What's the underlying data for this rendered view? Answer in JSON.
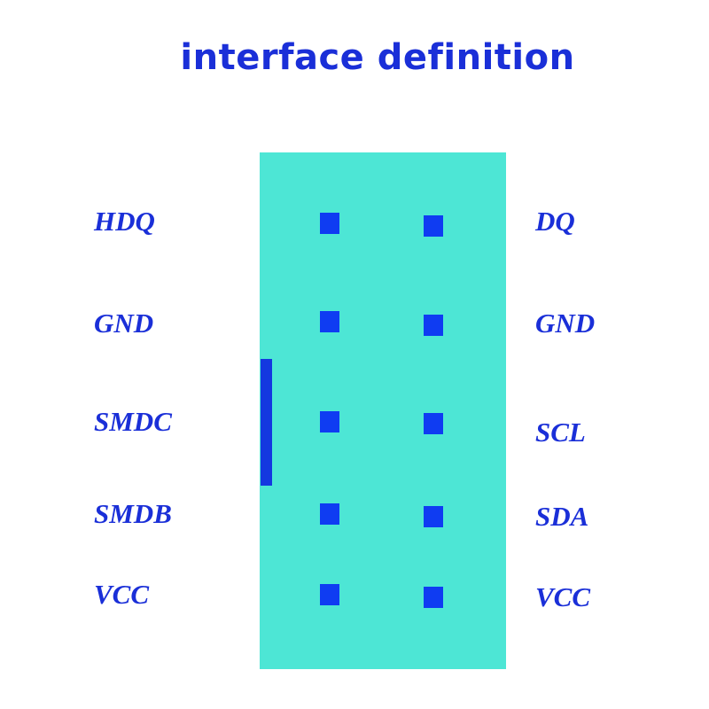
{
  "title": "interface definition",
  "colors": {
    "text": "#1a2fd8",
    "connector": "#4de6d5",
    "pin": "#0f3cf2",
    "key": "#1438e0"
  },
  "pins": {
    "left": [
      "HDQ",
      "GND",
      "SMDC",
      "SMDB",
      "VCC"
    ],
    "right": [
      "DQ",
      "GND",
      "SCL",
      "SDA",
      "VCC"
    ]
  }
}
